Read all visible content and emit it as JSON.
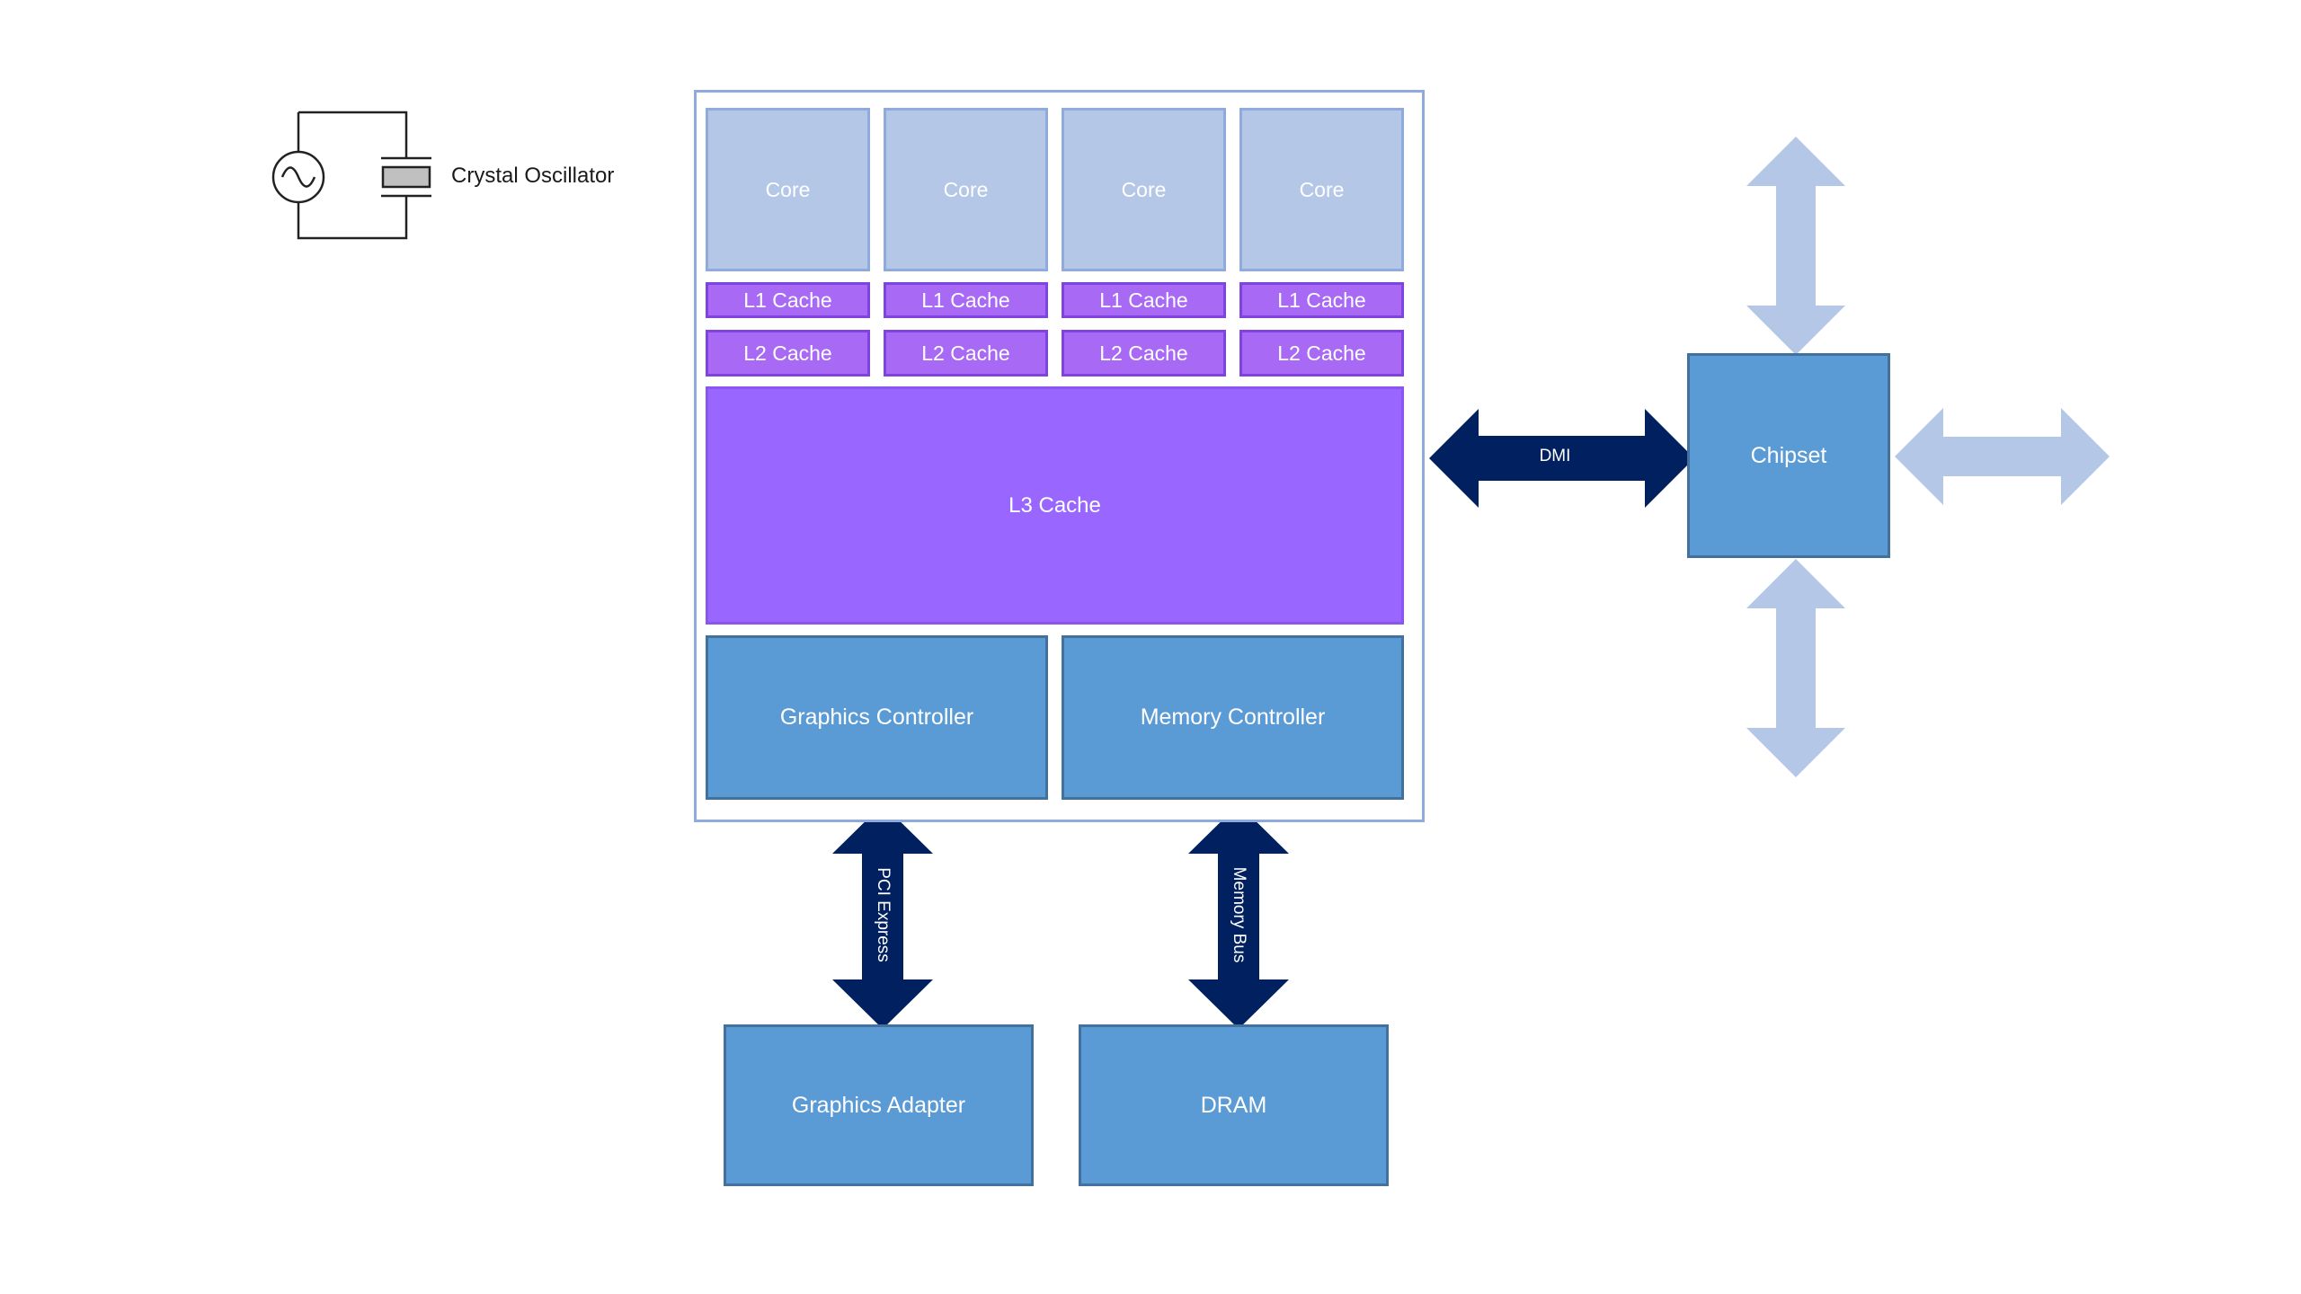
{
  "oscillator": {
    "label": "Crystal Oscillator"
  },
  "cpu": {
    "cores": [
      "Core",
      "Core",
      "Core",
      "Core"
    ],
    "l1": [
      "L1 Cache",
      "L1 Cache",
      "L1 Cache",
      "L1 Cache"
    ],
    "l2": [
      "L2 Cache",
      "L2 Cache",
      "L2 Cache",
      "L2 Cache"
    ],
    "l3": "L3 Cache",
    "graphics_controller": "Graphics Controller",
    "memory_controller": "Memory Controller"
  },
  "chipset": {
    "label": "Chipset"
  },
  "links": {
    "dmi": "DMI",
    "pci": "PCI Express",
    "memory_bus": "Memory Bus"
  },
  "devices": {
    "graphics_adapter": "Graphics Adapter",
    "dram": "DRAM"
  },
  "colors": {
    "core": "#b4c7e7",
    "cache": "#a86af5",
    "l3": "#9966ff",
    "controller": "#5b9bd5",
    "dark_arrow": "#002060",
    "light_arrow": "#b4c7e7"
  }
}
